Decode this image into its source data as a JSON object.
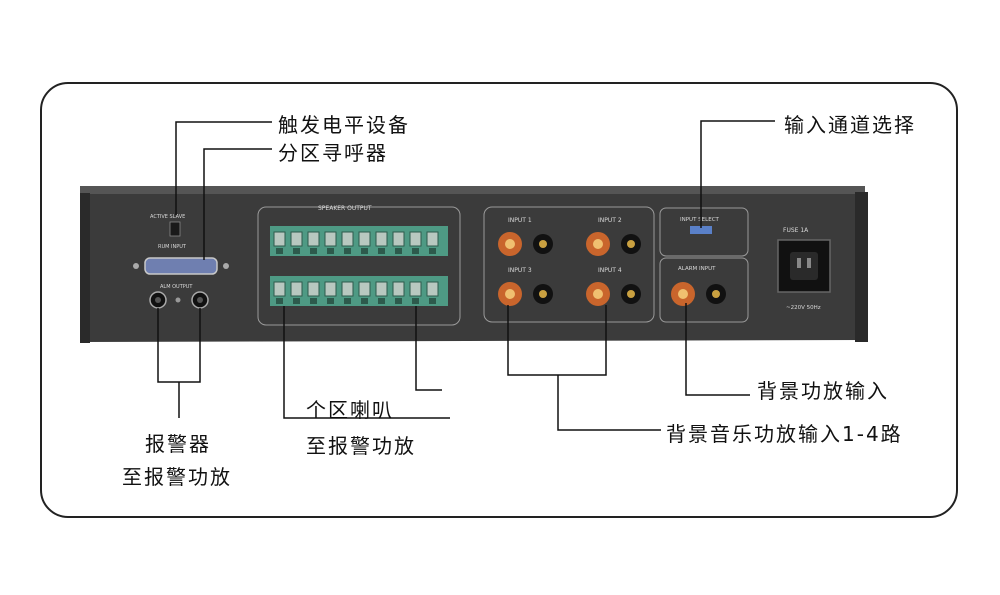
{
  "labels": {
    "trigger_device": "触发电平设备",
    "zone_pager": "分区寻呼器",
    "input_channel_select": "输入通道选择",
    "bg_amp_input": "背景功放输入",
    "bg_music_amp_input": "背景音乐功放输入1-4路",
    "zone_speaker": "个区喇叭",
    "to_alarm_amp_1": "至报警功放",
    "alarm": "报警器",
    "to_alarm_amp_2": "至报警功放"
  },
  "panel": {
    "active_mode": "ACTIVE  SLAVE",
    "rum_input": "RUM INPUT",
    "alm_output": "ALM OUTPUT",
    "speaker_output": "SPEAKER OUTPUT",
    "input1": "INPUT 1",
    "input2": "INPUT 2",
    "input3": "INPUT 3",
    "input4": "INPUT 4",
    "input_select": "INPUT SELECT",
    "alarm_input": "ALARM INPUT",
    "fuse": "FUSE 1A",
    "voltage": "~220V 50Hz"
  },
  "colors": {
    "panel": "#3b3b3b",
    "terminal": "#4e9a84",
    "knob": "#c9652c",
    "line": "#111111"
  }
}
